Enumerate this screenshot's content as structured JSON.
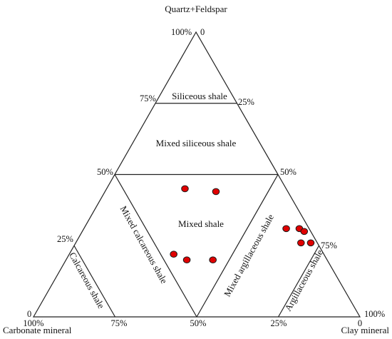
{
  "chart_data": {
    "type": "scatter",
    "subtype": "ternary",
    "apex_labels": {
      "top": "Quartz+Feldspar",
      "bottom_left": "Carbonate mineral",
      "bottom_right": "Clay mineral"
    },
    "tick_labels": {
      "top_100": "100%",
      "top_0": "0",
      "left_75": "75%",
      "right_25": "25%",
      "left_50": "50%",
      "right_50": "50%",
      "left_25": "25%",
      "right_75": "75%",
      "left_0": "0",
      "right_100": "100%",
      "base_100": "100%",
      "base_75": "75%",
      "base_50": "50%",
      "base_25": "25%",
      "base_0": "0"
    },
    "regions": {
      "siliceous": "Siliceous shale",
      "mixed_siliceous": "Mixed siliceous shale",
      "mixed": "Mixed shale",
      "mixed_calcareous": "Mixed calcareous shale",
      "calcareous": "Calcareous shale",
      "mixed_argillaceous": "Mixed argillaceous shale",
      "argillaceous": "Argillaceous shale"
    },
    "point_color": "#e00000",
    "line_color": "#222222",
    "series": [
      {
        "points": [
          {
            "qf": 45,
            "carbonate": 31,
            "clay": 24
          },
          {
            "qf": 44,
            "carbonate": 22,
            "clay": 34
          },
          {
            "qf": 31,
            "carbonate": 7,
            "clay": 62
          },
          {
            "qf": 31,
            "carbonate": 3,
            "clay": 66
          },
          {
            "qf": 30,
            "carbonate": 2,
            "clay": 68
          },
          {
            "qf": 26,
            "carbonate": 5,
            "clay": 69
          },
          {
            "qf": 26,
            "carbonate": 2,
            "clay": 72
          },
          {
            "qf": 22,
            "carbonate": 46,
            "clay": 32
          },
          {
            "qf": 20,
            "carbonate": 43,
            "clay": 37
          },
          {
            "qf": 20,
            "carbonate": 35,
            "clay": 45
          }
        ]
      }
    ]
  }
}
